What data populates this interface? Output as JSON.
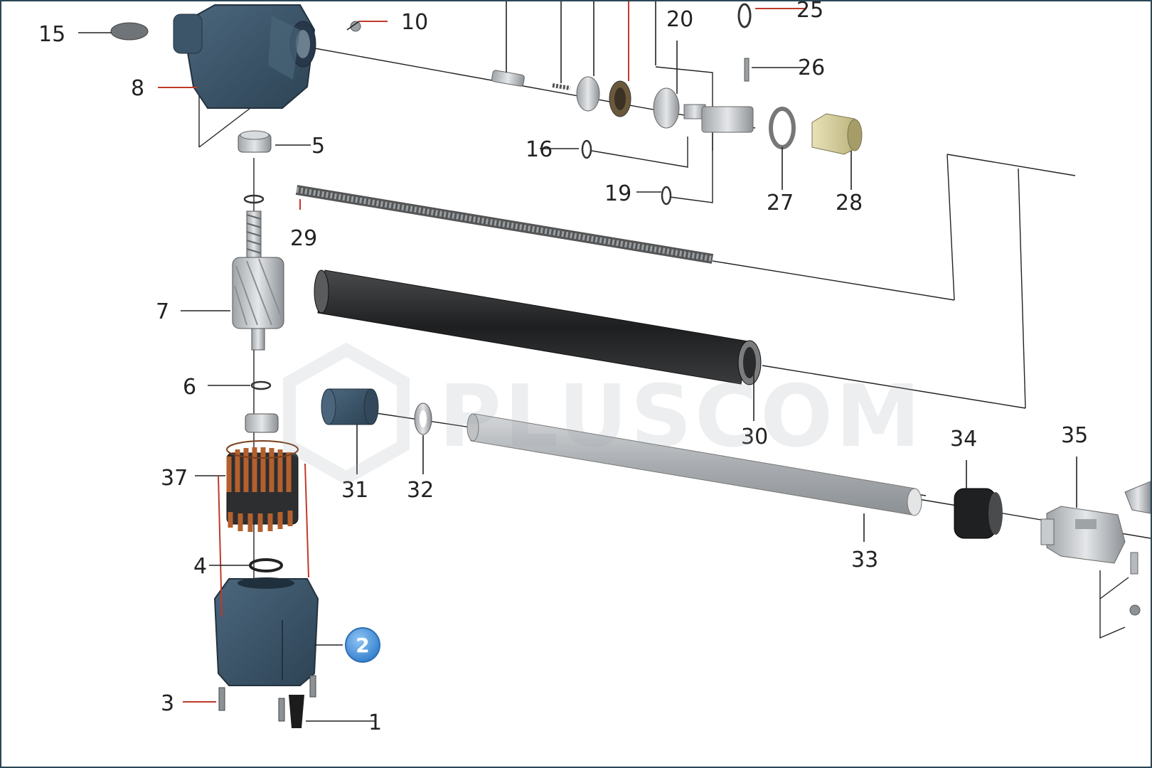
{
  "diagram": {
    "watermark": "PLUSCOM",
    "badge": "2",
    "part_labels": {
      "p1": "1",
      "p3": "3",
      "p4": "4",
      "p5": "5",
      "p6": "6",
      "p7": "7",
      "p8": "8",
      "p10": "10",
      "p15": "15",
      "p16": "16",
      "p19": "19",
      "p20": "20",
      "p25": "25",
      "p26": "26",
      "p27": "27",
      "p28": "28",
      "p29": "29",
      "p30": "30",
      "p31": "31",
      "p32": "32",
      "p33": "33",
      "p34": "34",
      "p35": "35",
      "p37": "37"
    }
  },
  "colors": {
    "housing": "#3a5266",
    "steel": "#b8bcbf",
    "dark_tube": "#2a2b2c",
    "copper": "#b3602e",
    "badge": "#3f8fd8",
    "lead_red": "#c0392b"
  }
}
